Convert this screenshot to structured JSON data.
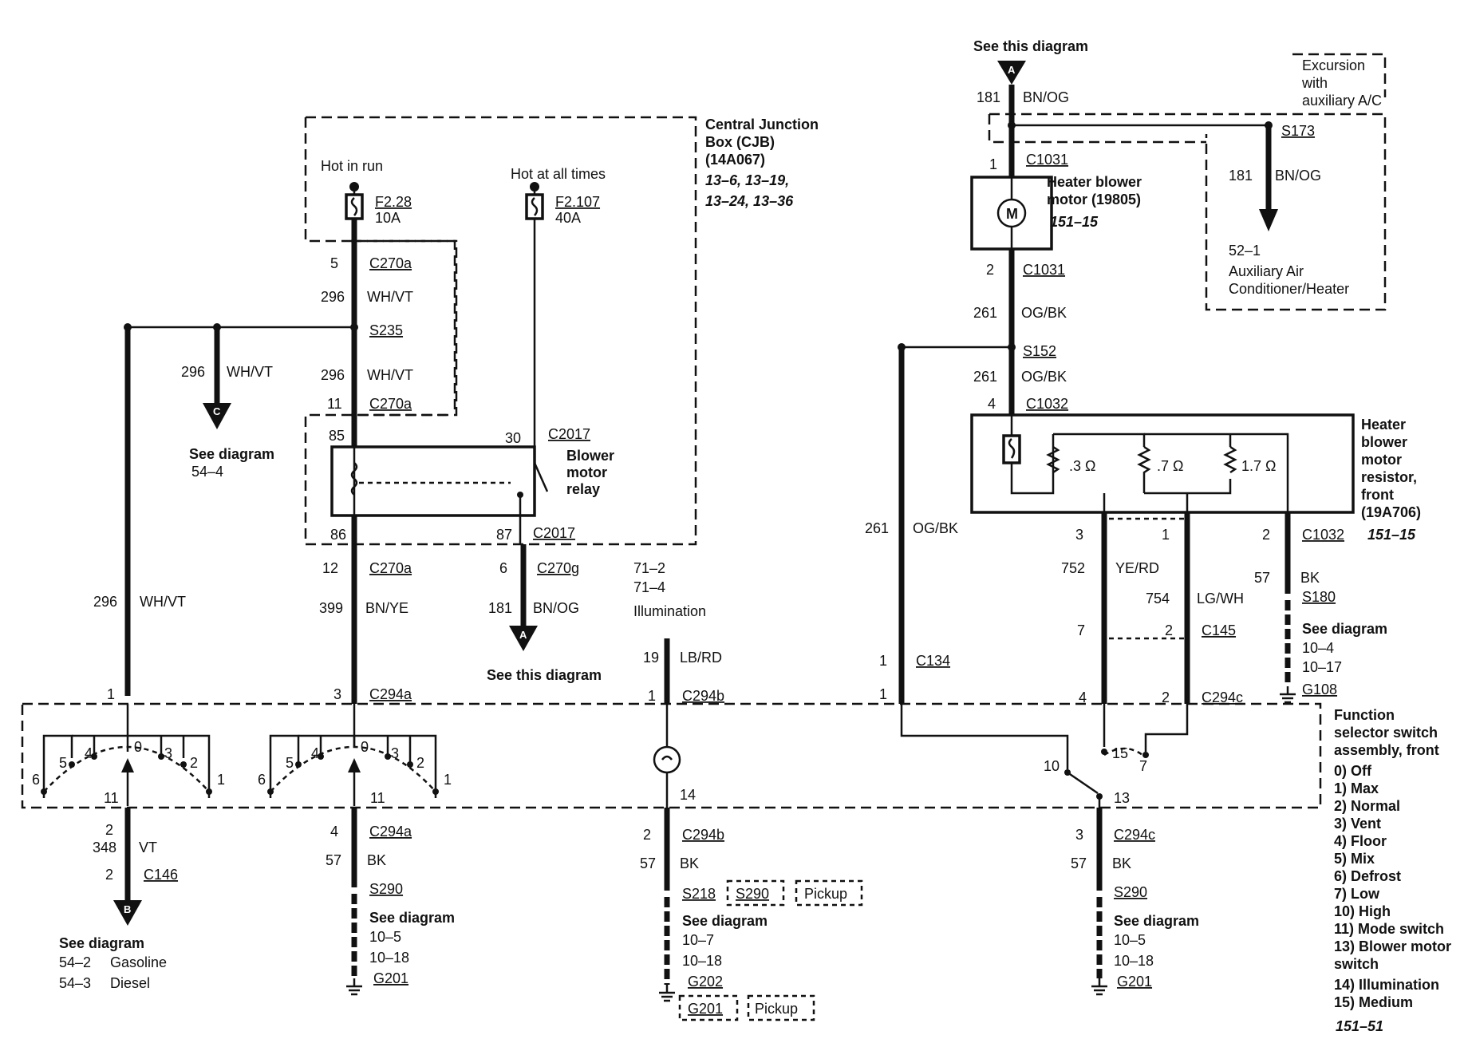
{
  "refs": {
    "see_this_diagram_top": "See this diagram",
    "see_this_diagram_mid": "See this diagram",
    "see_diagram_c": "See diagram",
    "see_diagram_c_page": "54–4",
    "see_diagram_b": "See diagram",
    "see_diagram_b_p1": "54–2",
    "see_diagram_b_p1_label": "Gasoline",
    "see_diagram_b_p2": "54–3",
    "see_diagram_b_p2_label": "Diesel",
    "arrow_a": "A",
    "arrow_b": "B",
    "arrow_c": "C"
  },
  "cjb": {
    "title": "Central Junction",
    "title2": "Box (CJB)",
    "part": "(14A067)",
    "pages1": "13–6, 13–19,",
    "pages2": "13–24, 13–36",
    "hot_in_run": "Hot in run",
    "hot_at_all_times": "Hot at all times",
    "fuse1_id": "F2.28",
    "fuse1_amp": "10A",
    "fuse2_id": "F2.107",
    "fuse2_amp": "40A"
  },
  "relay": {
    "name1": "Blower",
    "name2": "motor",
    "name3": "relay",
    "pin85": "85",
    "pin86": "86",
    "pin30": "30",
    "pin87": "87",
    "conn_top": "C2017",
    "conn_bottom": "C2017"
  },
  "left_wires": {
    "c270a_pin5": "5",
    "c270a_top": "C270a",
    "w296_1": "296",
    "w296_1_color": "WH/VT",
    "s235": "S235",
    "w296_2": "296",
    "w296_2_color": "WH/VT",
    "c270a_pin11": "11",
    "c270a_mid": "C270a",
    "w296_3": "296",
    "w296_3_color": "WH/VT",
    "c270a_pin12": "12",
    "c270a_low": "C270a",
    "w399": "399",
    "w399_color": "BN/YE",
    "c270g_pin6": "6",
    "c270g": "C270g",
    "w181_mid": "181",
    "w181_mid_color": "BN/OG",
    "w296_far": "296",
    "w296_far_color": "WH/VT",
    "c294a_pin1": "1",
    "c294a_pin3": "3",
    "c294a_top": "C294a"
  },
  "illumination": {
    "ref1": "71–2",
    "ref2": "71–4",
    "label": "Illumination",
    "w19": "19",
    "w19_color": "LB/RD",
    "c294b_pin1": "1",
    "c294b_top": "C294b",
    "pin14": "14",
    "c294b_pin2": "2",
    "c294b_bottom": "C294b",
    "w57": "57",
    "w57_color": "BK",
    "s218": "S218",
    "s290_alt": "S290",
    "pickup1": "Pickup",
    "see_diagram": "See diagram",
    "p1": "10–7",
    "p2": "10–18",
    "g202": "G202",
    "g201": "G201",
    "pickup2": "Pickup"
  },
  "switch_left": {
    "pins": [
      "6",
      "5",
      "4",
      "0",
      "3",
      "2",
      "1"
    ],
    "pin11": "11"
  },
  "switch_mid": {
    "pins": [
      "6",
      "5",
      "4",
      "0",
      "3",
      "2",
      "1"
    ],
    "pin11": "11"
  },
  "bottom_left": {
    "pin2a": "2",
    "w348": "348",
    "w348_color": "VT",
    "pin2b": "2",
    "c146": "C146"
  },
  "bottom_mid": {
    "pin4": "4",
    "c294a": "C294a",
    "w57": "57",
    "w57_color": "BK",
    "s290": "S290",
    "see_diagram": "See diagram",
    "p1": "10–5",
    "p2": "10–18",
    "g201": "G201"
  },
  "motor": {
    "w181_top": "181",
    "w181_top_color": "BN/OG",
    "excursion1": "Excursion",
    "excursion2": "with",
    "excursion3": "auxiliary A/C",
    "s173": "S173",
    "w181_aux": "181",
    "w181_aux_color": "BN/OG",
    "aux_page": "52–1",
    "aux_name1": "Auxiliary Air",
    "aux_name2": "Conditioner/Heater",
    "c1031_pin1": "1",
    "c1031_top": "C1031",
    "name1": "Heater blower",
    "name2": "motor (19805)",
    "page": "151–15",
    "motor_symbol": "M",
    "c1031_pin2": "2",
    "c1031_bottom": "C1031",
    "w261_1": "261",
    "w261_1_color": "OG/BK",
    "s152": "S152",
    "w261_2": "261",
    "w261_2_color": "OG/BK",
    "c1032_pin4": "4",
    "c1032_top": "C1032"
  },
  "resistor": {
    "name1": "Heater",
    "name2": "blower",
    "name3": "motor",
    "name4": "resistor,",
    "name5": "front",
    "part": "(19A706)",
    "r1": ".3 Ω",
    "r2": ".7 Ω",
    "r3": "1.7 Ω",
    "pin3": "3",
    "pin1": "1",
    "pin2": "2",
    "c1032_bottom": "C1032",
    "page": "151–15"
  },
  "right_wires": {
    "w261_3": "261",
    "w261_3_color": "OG/BK",
    "c134_pin1": "1",
    "c134": "C134",
    "w752": "752",
    "w752_color": "YE/RD",
    "w754": "754",
    "w754_color": "LG/WH",
    "c145_pin7": "7",
    "c145_pin2": "2",
    "c145": "C145",
    "w57": "57",
    "w57_color": "BK",
    "s180": "S180",
    "see_diagram": "See diagram",
    "p1": "10–4",
    "p2": "10–17",
    "g108": "G108",
    "c294c_pin1": "1",
    "c294c_pin4": "4",
    "c294c_pin2": "2",
    "c294c_top": "C294c"
  },
  "switch_right": {
    "pin10": "10",
    "pin15": "15",
    "pin7": "7",
    "pin13": "13",
    "pin3": "3",
    "c294c": "C294c",
    "w57": "57",
    "w57_color": "BK",
    "s290": "S290",
    "see_diagram": "See diagram",
    "p1": "10–5",
    "p2": "10–18",
    "g201": "G201"
  },
  "function_switch": {
    "title1": "Function",
    "title2": "selector switch",
    "title3": "assembly, front",
    "legend": [
      "0) Off",
      "1) Max",
      "2) Normal",
      "3) Vent",
      "4) Floor",
      "5) Mix",
      "6) Defrost",
      "7) Low",
      "10) High",
      "11) Mode switch",
      "13) Blower motor",
      "switch",
      "14) Illumination",
      "15) Medium"
    ],
    "page": "151–51"
  }
}
